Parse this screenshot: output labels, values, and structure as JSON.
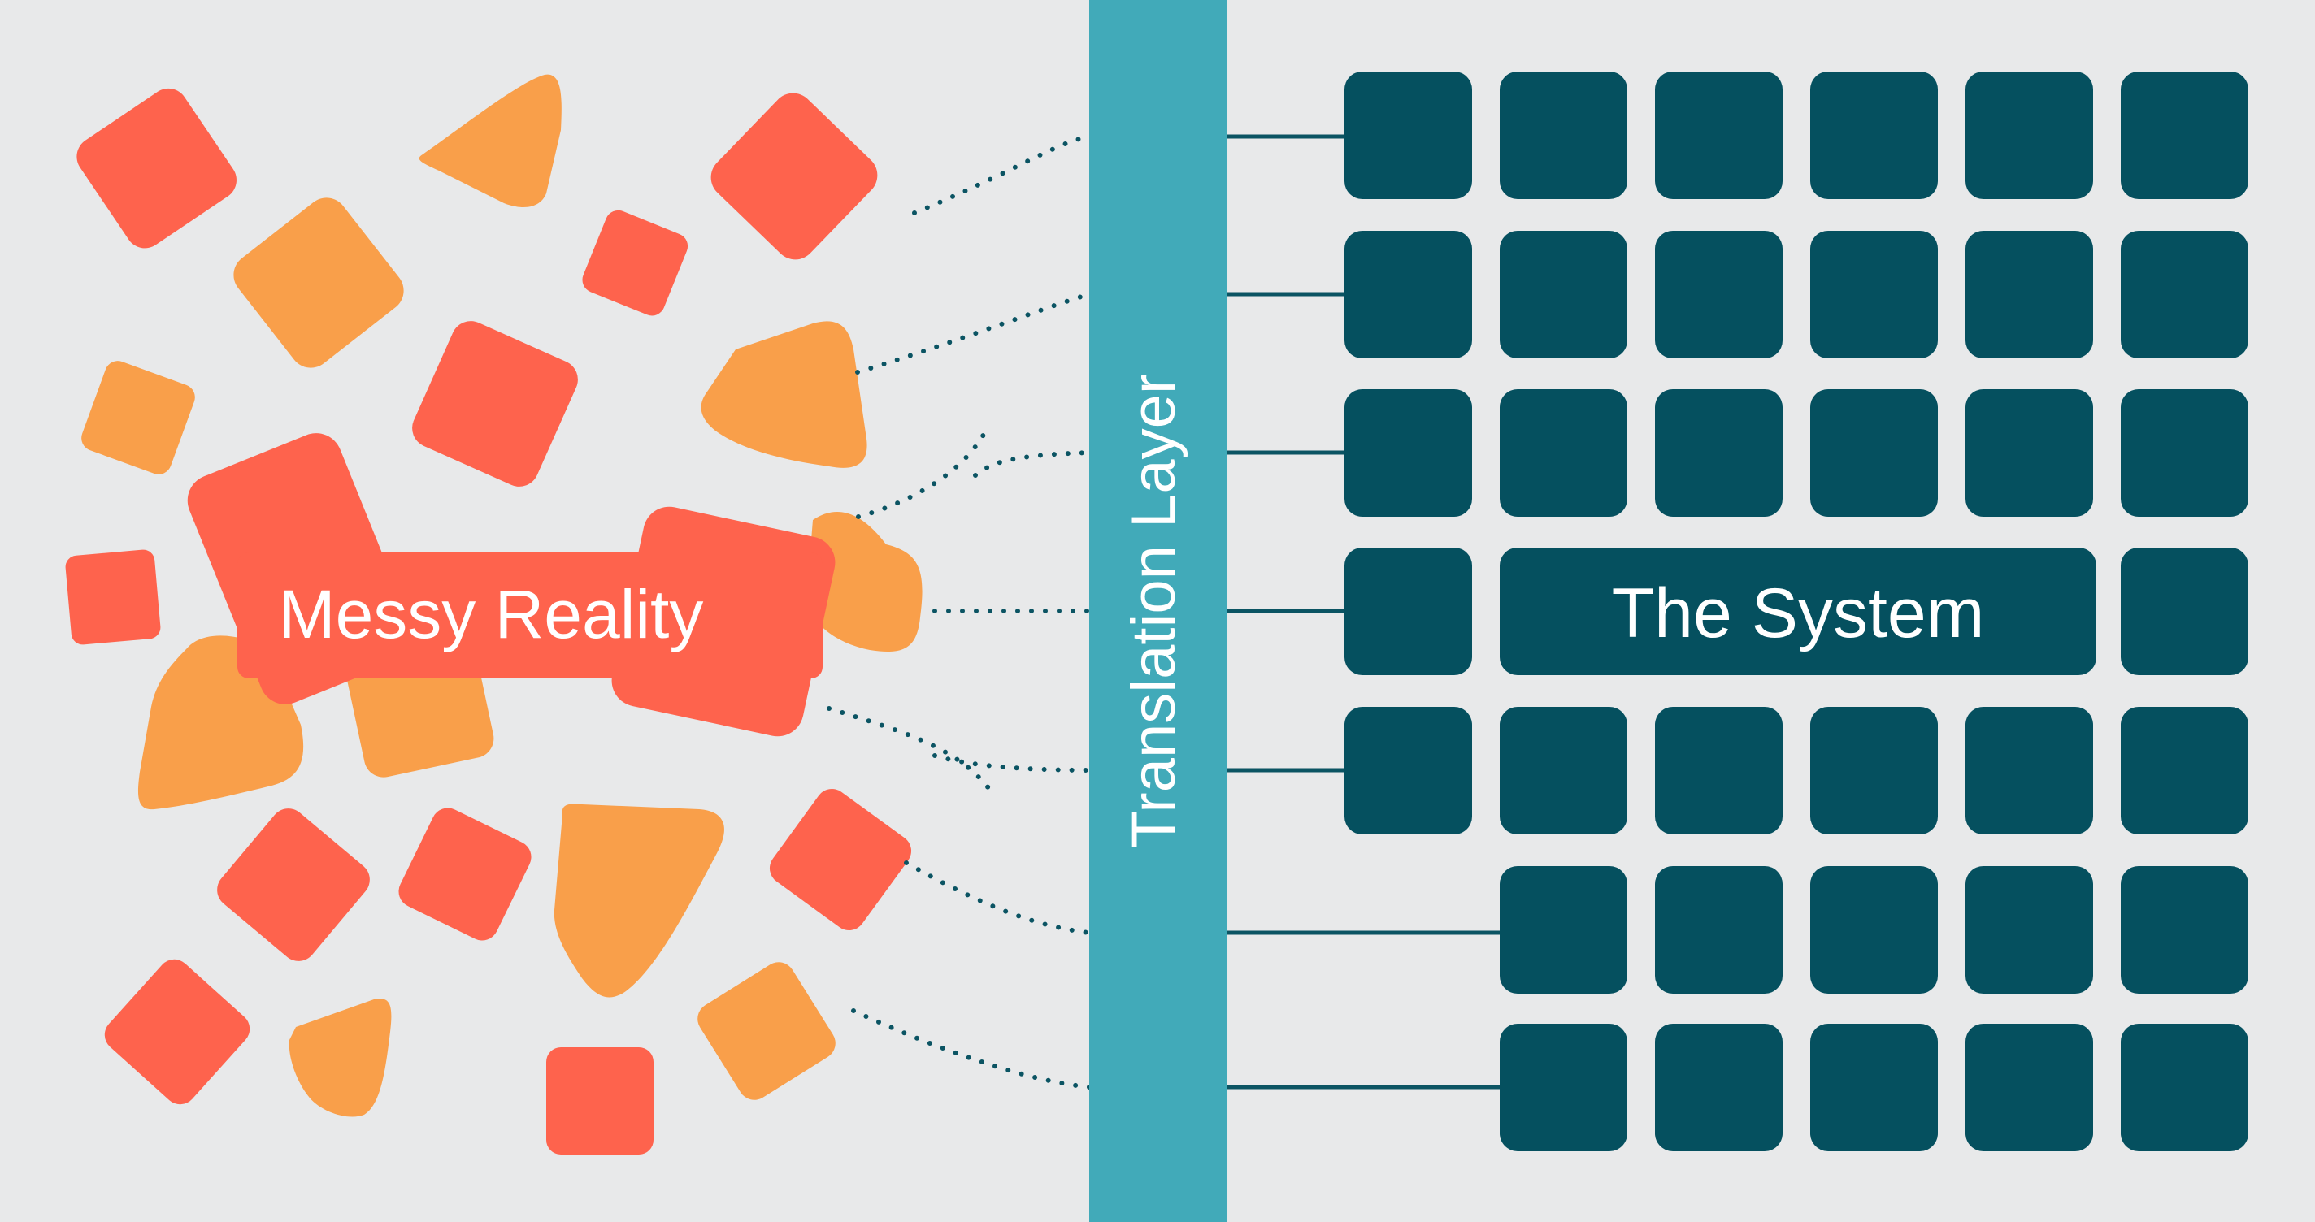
{
  "left": {
    "label": "Messy Reality"
  },
  "middle": {
    "label": "Translation Layer"
  },
  "right": {
    "label": "The System"
  },
  "colors": {
    "background": "#e8e9ea",
    "messy_red": "#fe634d",
    "messy_orange": "#f99f4a",
    "translation_layer": "#41aab9",
    "system_block": "#05505f",
    "connector": "#0b5463"
  }
}
